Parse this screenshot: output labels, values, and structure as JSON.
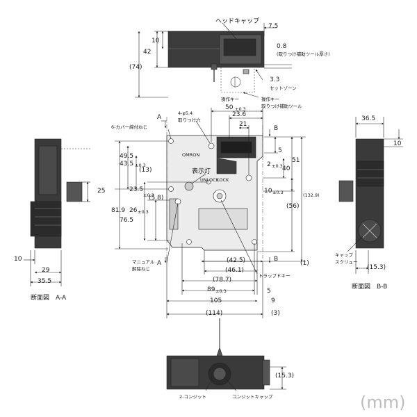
{
  "unit_label": "(mm)",
  "top_view": {
    "head_cap": "ヘッドキャップ",
    "dim_7_5": "7.5",
    "dim_10": "10",
    "dim_0_8": "0.8",
    "tool_thickness": "(取りつけ補助ツール厚さ)",
    "dim_42": "42",
    "dim_74": "(74)",
    "dim_3_3": "3.3",
    "set_zone": "セットゾーン",
    "operation_key": "操作キー",
    "operation_key_tool_1": "操作キー",
    "operation_key_tool_2": "取りつけ補助ツール"
  },
  "front_view": {
    "hole_label_1": "4-φ5.4",
    "hole_label_2": "取りつけ穴",
    "cover_screw": "6-カバー締付ねじ",
    "dim_50": "50",
    "dim_23_6": "23.6",
    "dim_21": "21",
    "dim_5_top": "5",
    "dim_2": "2",
    "dim_51": "51",
    "dim_40": "40",
    "dim_10_right": "10",
    "dim_132_9": "(132.9)",
    "dim_56": "(56)",
    "dim_49_5": "49.5",
    "dim_43_5": "43.5",
    "dim_13": "(13)",
    "indicator": "表示灯",
    "unlock": "UNLOCK",
    "lock": "LOCK",
    "dim_23_5": "23.5",
    "dim_5_8": "(5.8)",
    "dim_81_9": "81.9",
    "dim_26": "26",
    "dim_76_5": "76.5",
    "tol": "±0.3",
    "manual_release_1": "マニュアル",
    "manual_release_2": "解除ねじ",
    "dim_42_5": "(42.5)",
    "dim_46_1": "(46.1)",
    "dim_78_7": "(78.7)",
    "dim_89": "89",
    "dim_5_bottom": "5",
    "dim_105": "105",
    "dim_9": "9",
    "dim_114": "(114)",
    "dim_3": "(3)",
    "dim_1": "(1)",
    "trap_key": "トラップドキー",
    "section_a": "A",
    "section_b": "B",
    "brand": "OMRON"
  },
  "section_aa": {
    "dim_25": "25",
    "dim_10": "10",
    "dim_29": "29",
    "dim_35_5": "35.5",
    "title": "断面図　A-A"
  },
  "section_bb": {
    "dim_36_5": "36.5",
    "dim_10": "10",
    "cap_screw_1": "キャップ",
    "cap_screw_2": "スクリュー",
    "dim_15_3": "(15.3)",
    "title": "断面図　B-B"
  },
  "bottom_view": {
    "dim_15_3": "(15.3)",
    "conduit": "2-コンジット",
    "conduit_cap": "コンジットキャップ"
  }
}
